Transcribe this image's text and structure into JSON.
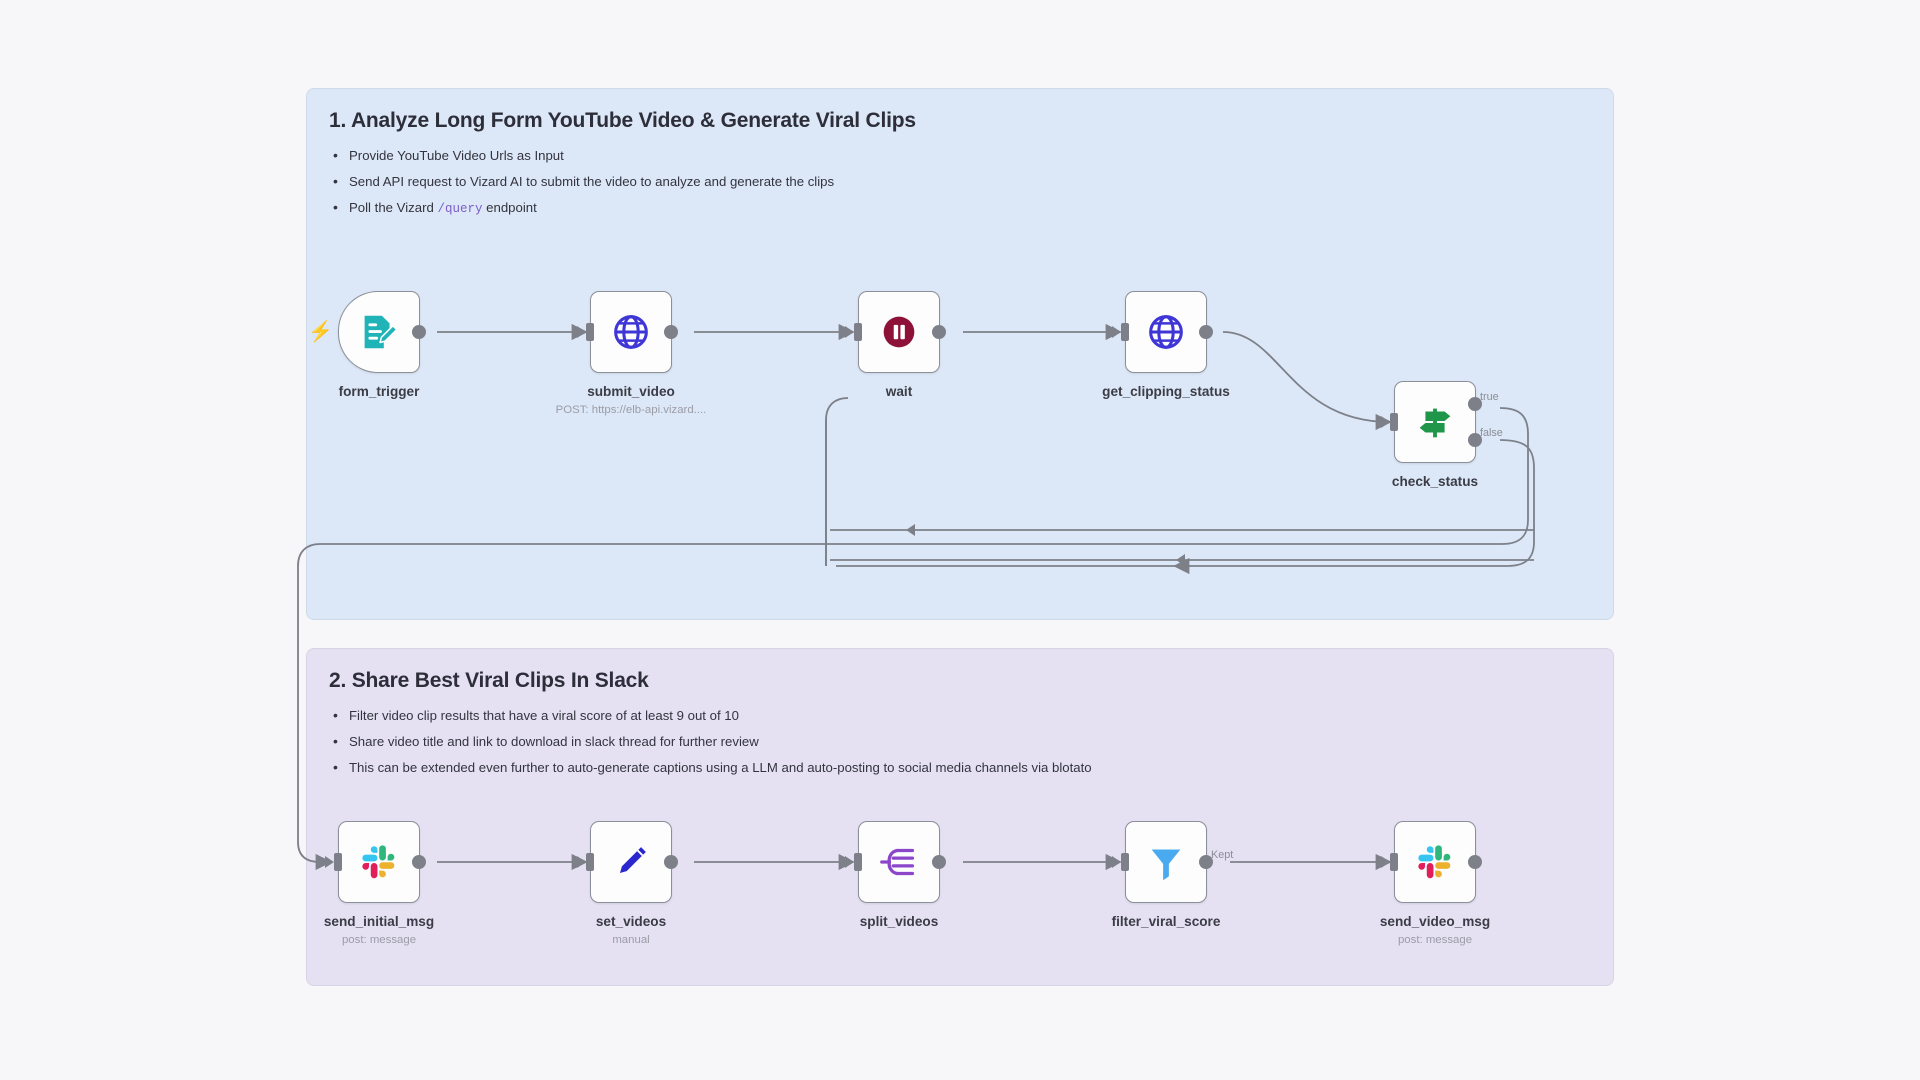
{
  "canvas": {
    "background": "#f7f7f9"
  },
  "sections": [
    {
      "id": "section-1",
      "title": "1. Analyze Long Form YouTube Video & Generate Viral Clips",
      "color": "#dce8f7",
      "bullets": [
        {
          "pre": "Provide YouTube Video Urls as Input",
          "code": "",
          "post": ""
        },
        {
          "pre": "Send API request to Vizard AI to submit the video to analyze and generate the clips",
          "code": "",
          "post": ""
        },
        {
          "pre": "Poll the Vizard ",
          "code": "/query",
          "post": " endpoint"
        }
      ]
    },
    {
      "id": "section-2",
      "title": "2. Share Best Viral Clips In Slack",
      "color": "#e5e1f3",
      "bullets": [
        {
          "pre": "Filter video clip results that have a viral score of at least 9 out of 10",
          "code": "",
          "post": ""
        },
        {
          "pre": "Share video title and link to download in slack thread for further review",
          "code": "",
          "post": ""
        },
        {
          "pre": "This can be extended even further to auto-generate captions using a LLM and auto-posting to social media channels via blotato",
          "code": "",
          "post": ""
        }
      ]
    }
  ],
  "nodes": [
    {
      "id": "form_trigger",
      "label": "form_trigger",
      "sublabel": "",
      "icon": "form-edit-icon",
      "icon_color": "#20b3b8",
      "shape": "trigger",
      "has_trigger_bolt": true
    },
    {
      "id": "submit_video",
      "label": "submit_video",
      "sublabel": "POST: https://elb-api.vizard....",
      "icon": "globe-icon",
      "icon_color": "#3f36d6",
      "shape": "rect",
      "has_trigger_bolt": false
    },
    {
      "id": "wait",
      "label": "wait",
      "sublabel": "",
      "icon": "pause-circle-icon",
      "icon_color": "#8e1238",
      "shape": "rect",
      "has_trigger_bolt": false
    },
    {
      "id": "get_clipping_status",
      "label": "get_clipping_status",
      "sublabel": "",
      "icon": "globe-icon",
      "icon_color": "#3f36d6",
      "shape": "rect",
      "has_trigger_bolt": false
    },
    {
      "id": "check_status",
      "label": "check_status",
      "sublabel": "",
      "icon": "signpost-icon",
      "icon_color": "#1f9649",
      "shape": "rect",
      "has_trigger_bolt": false,
      "outputs": [
        "true",
        "false"
      ]
    },
    {
      "id": "send_initial_msg",
      "label": "send_initial_msg",
      "sublabel": "post: message",
      "icon": "slack-icon",
      "icon_color": "#e01e5a",
      "shape": "rect",
      "has_trigger_bolt": false
    },
    {
      "id": "set_videos",
      "label": "set_videos",
      "sublabel": "manual",
      "icon": "pencil-icon",
      "icon_color": "#2b27cf",
      "shape": "rect",
      "has_trigger_bolt": false
    },
    {
      "id": "split_videos",
      "label": "split_videos",
      "sublabel": "",
      "icon": "split-out-icon",
      "icon_color": "#8b46c9",
      "shape": "rect",
      "has_trigger_bolt": false
    },
    {
      "id": "filter_viral_score",
      "label": "filter_viral_score",
      "sublabel": "",
      "icon": "funnel-icon",
      "icon_color": "#4aaaf0",
      "shape": "rect",
      "has_trigger_bolt": false,
      "outputs": [
        "Kept"
      ]
    },
    {
      "id": "send_video_msg",
      "label": "send_video_msg",
      "sublabel": "post: message",
      "icon": "slack-icon",
      "icon_color": "#e01e5a",
      "shape": "rect",
      "has_trigger_bolt": false
    }
  ],
  "edge_labels": {
    "true": "true",
    "false": "false",
    "kept": "Kept"
  },
  "colors": {
    "edge": "#7d8089",
    "node_border": "#8b8f99",
    "trigger_bolt": "#ff6d47",
    "code_text": "#7b5ec7"
  }
}
